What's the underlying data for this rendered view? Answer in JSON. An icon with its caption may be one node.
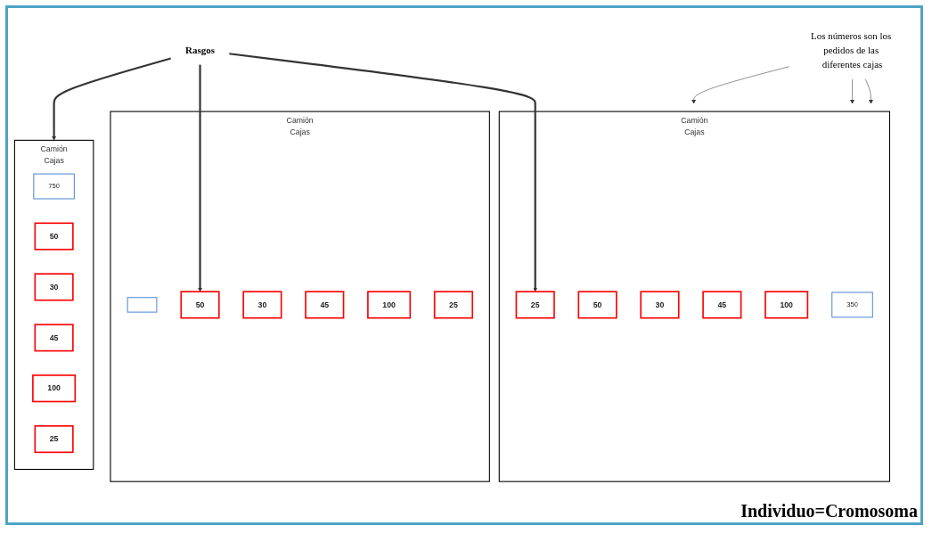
{
  "diagram": {
    "nodes": [
      {
        "text": [
          "Camión",
          "Cajas"
        ]
      },
      {
        "text": [
          "350"
        ],
        "in": 0
      },
      {
        "text": [
          "50"
        ],
        "in": 0
      },
      {
        "text": [
          "30"
        ],
        "in": 0
      },
      {
        "text": [
          "45"
        ],
        "in": 0
      },
      {
        "text": [
          "100"
        ],
        "in": 0
      },
      {
        "text": [
          "25"
        ],
        "in": 0
      },
      {
        "text": [
          "Camión",
          "Cajas"
        ]
      },
      {
        "text": [],
        "shape": "box",
        "in": 7
      },
      {
        "text": [
          "50"
        ],
        "in": 7
      },
      {
        "text": [
          "30"
        ],
        "in": 7
      },
      {
        "text": [
          "45"
        ],
        "in": 7
      },
      {
        "text": [
          "100"
        ],
        "in": 7
      },
      {
        "text": [
          "25"
        ],
        "in": 7
      },
      {
        "text": [
          "Camión",
          "Cajas"
        ]
      },
      {
        "text": [
          "750"
        ],
        "in": 14
      },
      {
        "text": [
          "50"
        ],
        "in": 14
      },
      {
        "text": [
          "30"
        ],
        "in": 14
      },
      {
        "text": [
          "45"
        ],
        "in": 14
      },
      {
        "text": [
          "100"
        ],
        "in": 14
      },
      {
        "text": [
          "25"
        ],
        "in": 14
      },
      {
        "text": [
          "Rasgos"
        ]
      },
      {
        "text": [
          "Los números son los pedidos de las diferentes cajas"
        ]
      }
    ],
    "edges": [
      {
        "from": 21,
        "to": 6,
        "arrow": "to",
        "style": "thick"
      },
      {
        "from": 21,
        "to": 9,
        "arrow": "to",
        "style": "thick"
      },
      {
        "from": 21,
        "to": 14,
        "arrow": "to",
        "style": "thick"
      },
      {
        "from": 22,
        "to": 0,
        "arrow": "to"
      },
      {
        "from": 22,
        "to": 0,
        "arrow": "to"
      },
      {
        "from": 22,
        "to": 0,
        "arrow": "to"
      }
    ],
    "labels": [
      "Individuo=Cromosoma"
    ]
  }
}
